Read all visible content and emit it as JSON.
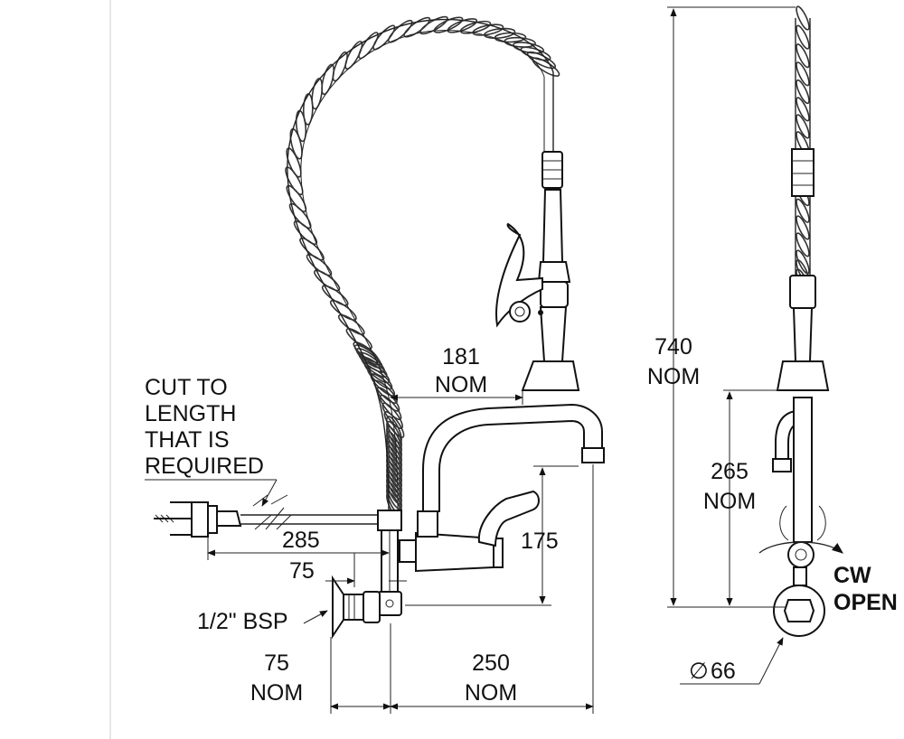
{
  "labels": {
    "cut_to_length": [
      "CUT TO",
      "LENGTH",
      "THAT IS",
      "REQUIRED"
    ],
    "bsp": "1/2\" BSP",
    "dim_181": "181",
    "dim_181_nom": "NOM",
    "dim_285": "285",
    "dim_75_top": "75",
    "dim_175": "175",
    "dim_75_bottom": "75",
    "dim_75_bottom_nom": "NOM",
    "dim_250": "250",
    "dim_250_nom": "NOM",
    "dim_740": "740",
    "dim_740_nom": "NOM",
    "dim_265": "265",
    "dim_265_nom": "NOM",
    "cw": "CW",
    "open": "OPEN",
    "dia_symbol": "∅",
    "dia_value": "66"
  }
}
